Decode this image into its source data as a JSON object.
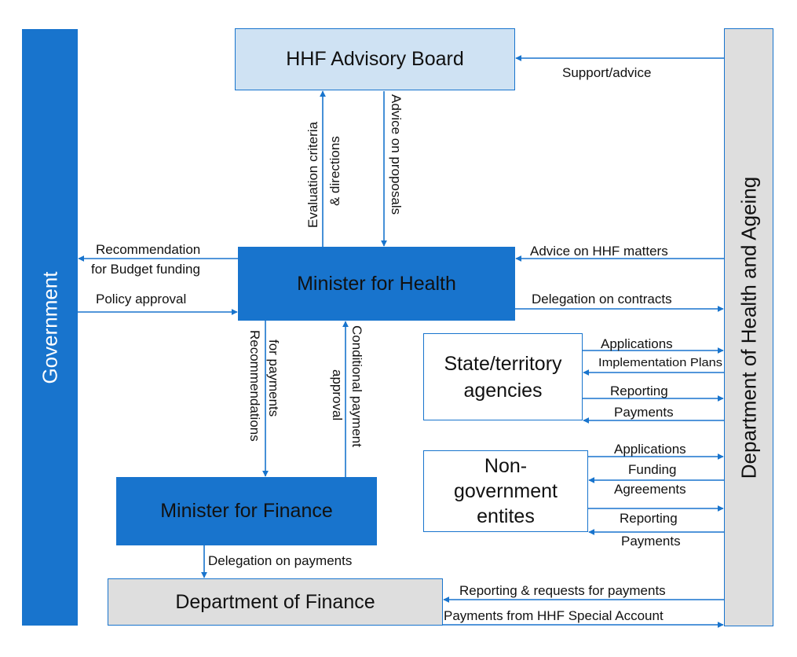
{
  "nodes": {
    "government": "Government",
    "department_health": "Department of Health and Ageing",
    "hhf_board": "HHF Advisory Board",
    "minister_health": "Minister for Health",
    "minister_finance": "Minister for Finance",
    "department_finance": "Department of Finance",
    "state_agencies": [
      "State/territory",
      "agencies"
    ],
    "ngo": [
      "Non-",
      "government",
      "entites"
    ]
  },
  "edges": {
    "support_advice": "Support/advice",
    "evaluation_criteria": [
      "Evaluation criteria",
      "& directions"
    ],
    "advice_proposals": "Advice on proposals",
    "recommendation_budget": [
      "Recommendation",
      "for Budget funding"
    ],
    "policy_approval": "Policy approval",
    "advice_hhf_matters": "Advice on HHF matters",
    "delegation_contracts": "Delegation on contracts",
    "recommendations_payments": [
      "Recommendations",
      "for payments"
    ],
    "conditional_payment": [
      "Conditional payment",
      "approval"
    ],
    "state_applications": "Applications",
    "state_implementation": "Implementation Plans",
    "state_reporting": "Reporting",
    "state_payments": "Payments",
    "ngo_applications": "Applications",
    "ngo_funding": "Funding",
    "ngo_agreements": "Agreements",
    "ngo_reporting": "Reporting",
    "ngo_payments": "Payments",
    "delegation_payments": "Delegation on payments",
    "reporting_requests": "Reporting & requests for payments",
    "payments_special_account": "Payments from HHF Special Account"
  },
  "colors": {
    "primary_blue": "#1874cd",
    "light_blue": "#cfe2f3",
    "grey": "#dedede"
  }
}
